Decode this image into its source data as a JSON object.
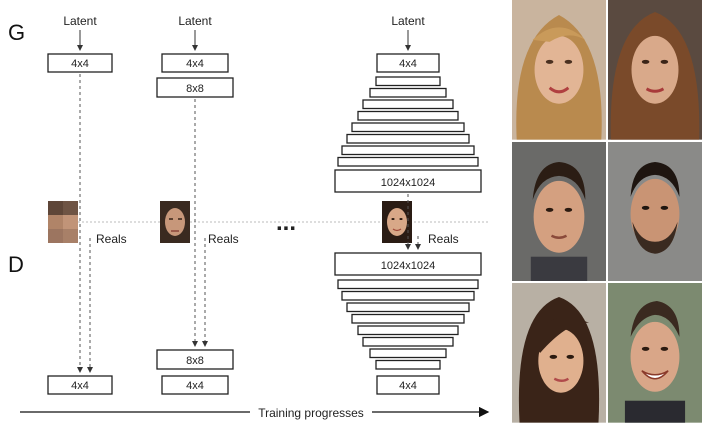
{
  "labels": {
    "generator": "G",
    "discriminator": "D",
    "latent": "Latent",
    "reals": "Reals",
    "ellipsis": "...",
    "training": "Training progresses"
  },
  "stages": [
    {
      "generator_blocks": [
        "4x4"
      ],
      "discriminator_blocks": [
        "4x4"
      ]
    },
    {
      "generator_blocks": [
        "4x4",
        "8x8"
      ],
      "discriminator_blocks": [
        "8x8",
        "4x4"
      ]
    },
    {
      "generator_blocks": [
        "4x4",
        "1024x1024"
      ],
      "discriminator_blocks": [
        "1024x1024",
        "4x4"
      ]
    }
  ],
  "colors": {
    "line": "#333333",
    "hair_blond": "#b98a4e",
    "hair_dark": "#2b1d14",
    "skin_light": "#e2b595",
    "skin_tan": "#c99474"
  },
  "icons": [
    "face-photo-blonde-woman",
    "face-photo-auburn-woman",
    "face-photo-dark-hair-man",
    "face-photo-bearded-man",
    "face-photo-asian-woman",
    "face-photo-smiling-man"
  ]
}
